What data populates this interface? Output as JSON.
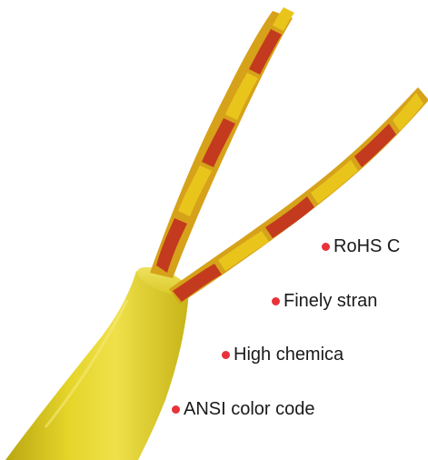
{
  "features": [
    {
      "text": "RoHS C"
    },
    {
      "text": "Finely stran"
    },
    {
      "text": "High chemica"
    },
    {
      "text": "ANSI color code"
    }
  ],
  "colors": {
    "bullet": "#e8323a",
    "jacket": "#e3d21e",
    "wire_red": "#c43a1e",
    "wire_yellow": "#e9c51c"
  },
  "icons": {
    "bullet": "red-dot-icon"
  }
}
